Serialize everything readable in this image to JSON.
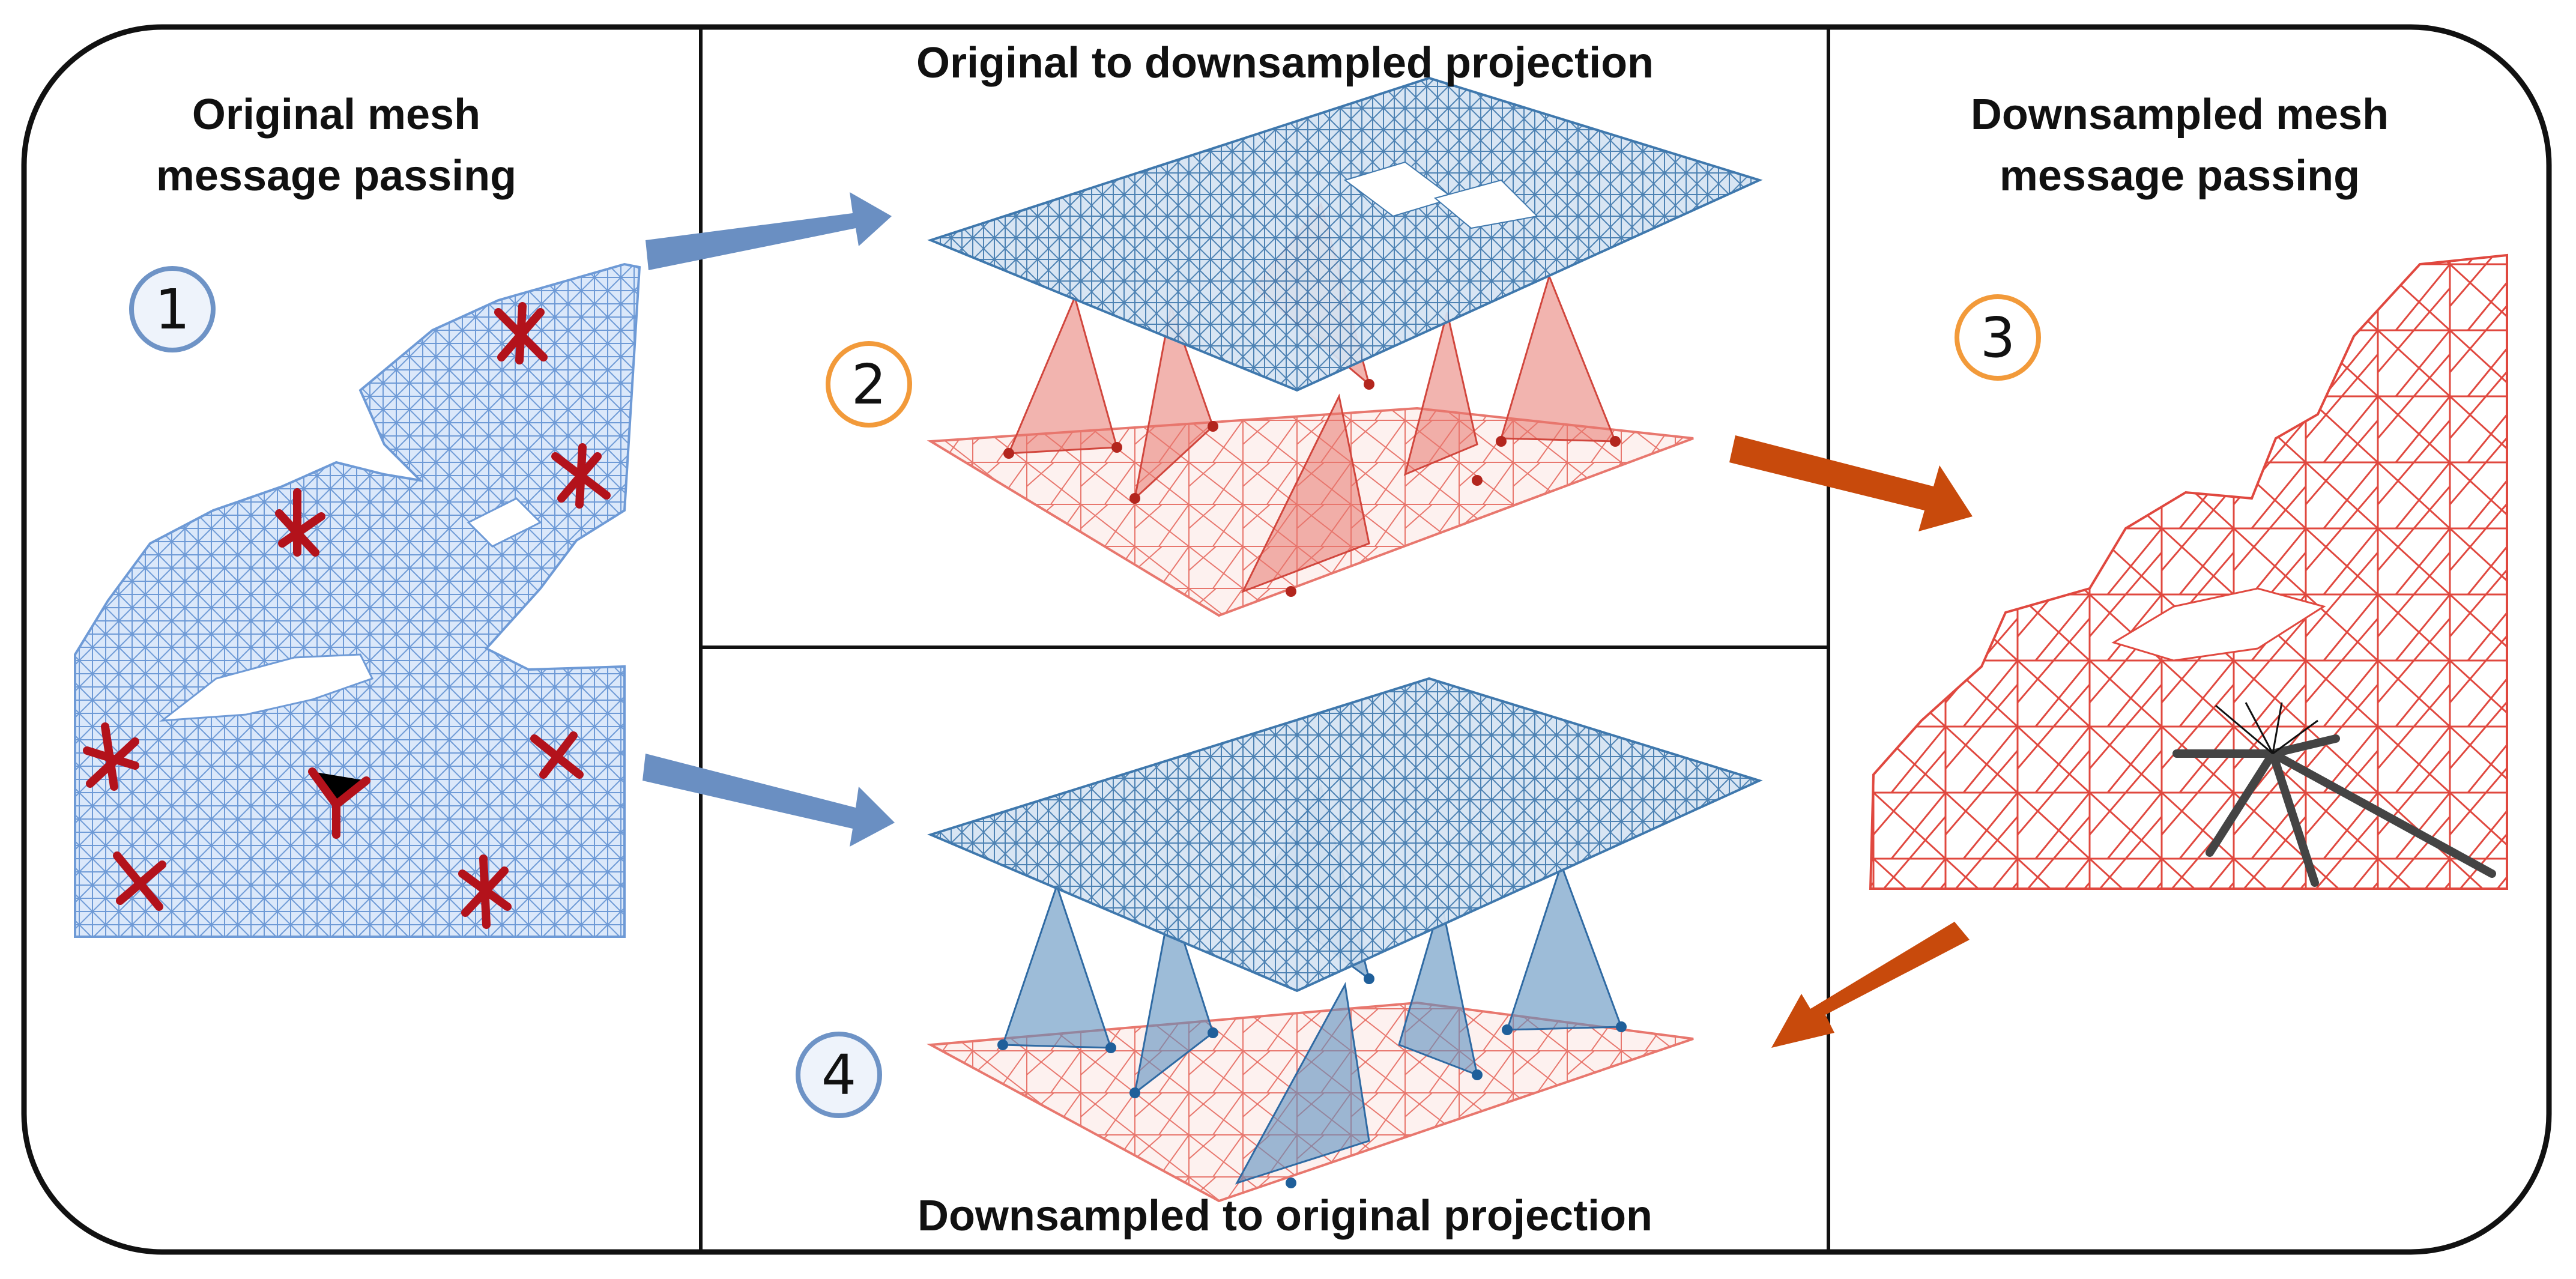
{
  "panels": {
    "original_mesh": {
      "title": "Original mesh message passing",
      "step": "1"
    },
    "orig_to_down": {
      "title": "Original to downsampled projection",
      "step": "2"
    },
    "down_mesh": {
      "title": "Downsampled mesh message passing",
      "step": "3"
    },
    "down_to_orig": {
      "title": "Downsampled to original projection",
      "step": "4"
    }
  },
  "colors": {
    "original_mesh": "#6e9ad6",
    "downsampled_mesh": "#e0483f",
    "blue_arrow": "#6a8fc2",
    "orange_arrow": "#c84a0c",
    "edge_marker": "#b3121b",
    "blue_badge_border": "#6e93c6",
    "orange_badge_border": "#f29a3a"
  },
  "icons": {
    "arrow_to_projection": "blue-arrow-right-icon",
    "arrow_to_downsampled": "orange-arrow-down-right-icon",
    "arrow_back": "orange-arrow-down-left-icon"
  }
}
